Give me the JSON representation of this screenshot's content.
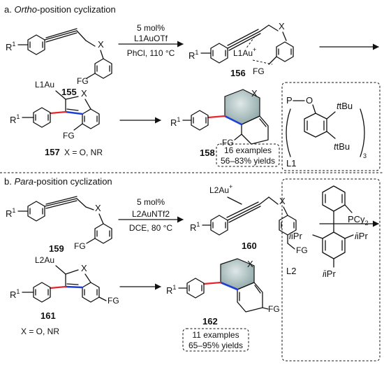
{
  "section_a": {
    "label_prefix": "a. ",
    "label_italic": "Ortho",
    "label_suffix": "-position cyclization",
    "conditions": [
      "5 mol%",
      "L1AuOTf",
      "PhCl, 110 °C"
    ],
    "compounds": {
      "c155": "155",
      "c156": "156",
      "c157": "157",
      "c157_note": "X = O, NR",
      "c158": "158"
    },
    "result_box": [
      "16 examples",
      "56–83% yields"
    ],
    "ligand": "L1",
    "ligand_atoms": {
      "p": "P",
      "o": "O",
      "tbu": "tBu",
      "tbu3": "tBu",
      "sub3": "3"
    }
  },
  "section_b": {
    "label_prefix": "b. ",
    "label_italic": "Para",
    "label_suffix": "-position cyclization",
    "conditions": [
      "5 mol%",
      "L2AuNTf2",
      "DCE, 80 °C"
    ],
    "compounds": {
      "c159": "159",
      "c160": "160",
      "c161": "161",
      "c161_note": "X = O, NR",
      "c162": "162"
    },
    "result_box": [
      "11 examples",
      "65–95% yields"
    ],
    "ligand": "L2",
    "ligand_atoms": {
      "pcy": "PCy",
      "sub2": "2",
      "ipr": "iPr"
    }
  },
  "atoms": {
    "x": "X",
    "r": "R",
    "r_sup": "1",
    "fg": "FG",
    "l1au": "L1Au",
    "l2au": "L2Au",
    "plus": "+"
  },
  "colors": {
    "bond_highlight_red": "#e0282e",
    "bond_highlight_blue": "#1d3fd6",
    "new_ring_fill": "#a9bcbc"
  }
}
